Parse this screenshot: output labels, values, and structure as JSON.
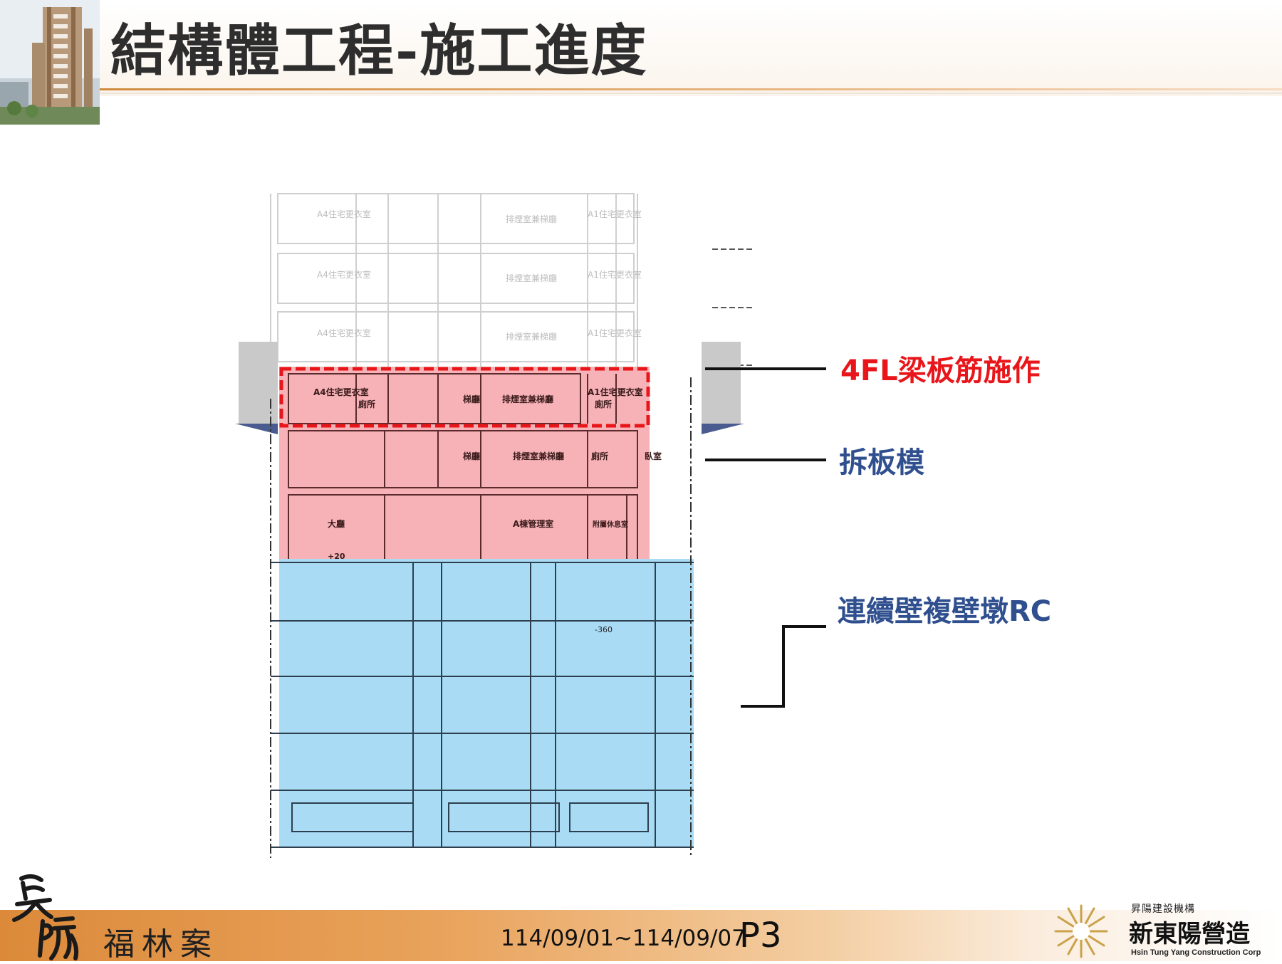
{
  "header": {
    "title": "結構體工程-施工進度"
  },
  "annotations": {
    "current_work": "4FL梁板筋施作",
    "formwork_removal": "拆板模",
    "basement_work": "連續壁複壁墩RC"
  },
  "drawing": {
    "room_labels": {
      "a4_housing_change": "A4住宅更衣室",
      "a1_housing_change": "A1住宅更衣室",
      "toilet": "廁所",
      "stairs": "梯廳",
      "elevator_hall": "排煙室兼梯廳",
      "lobby": "大廳",
      "management": "A棟管理室",
      "rest_room": "附屬休息室",
      "bath": "臥室",
      "level_mark_1": "+20",
      "level_mark_2": "-360"
    },
    "colors": {
      "current_floor": "#e8161a",
      "completed_floors": "#f4a9ad",
      "basement": "#8fd3f2"
    }
  },
  "footer": {
    "project_name": "福林案",
    "date_range": "114/09/01~114/09/07",
    "page": "P3",
    "company_small": "昇陽建設機構",
    "company_name": "新東陽營造",
    "company_en": "Hsin Tung Yang Construction Corp"
  }
}
